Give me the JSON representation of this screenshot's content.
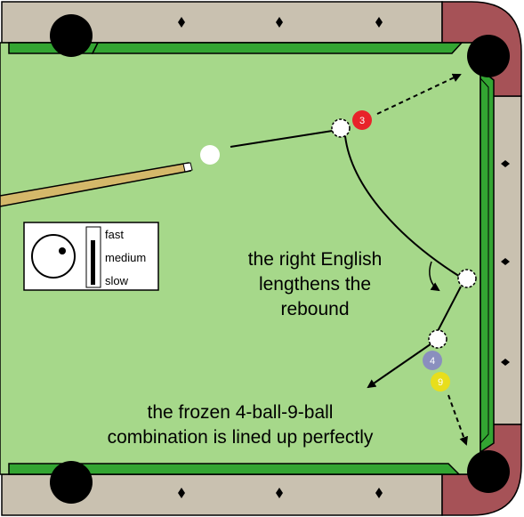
{
  "colors": {
    "felt": "#a6d88a",
    "cushion": "#33a532",
    "rail": "#c9c1b0",
    "corner_rail": "#a65257",
    "pocket": "#000000",
    "cue_ball": "#ffffff",
    "ball_3": "#e8232a",
    "ball_4": "#8a8fbe",
    "ball_9": "#e8de1c",
    "cue_stick": "#d4b86a"
  },
  "icons": [
    "pocket-icon",
    "diamond-icon",
    "cue-stick-icon",
    "ball-icon",
    "english-arrow-icon"
  ],
  "balls": {
    "three": "3",
    "four": "4",
    "nine": "9"
  },
  "legend": {
    "speed_fast": "fast",
    "speed_medium": "medium",
    "speed_slow": "slow"
  },
  "annotations": {
    "english_line_1": "the right English",
    "english_line_2": "lengthens the",
    "english_line_3": "rebound",
    "combo_line_1": "the frozen 4-ball-9-ball",
    "combo_line_2": "combination is lined up perfectly"
  }
}
